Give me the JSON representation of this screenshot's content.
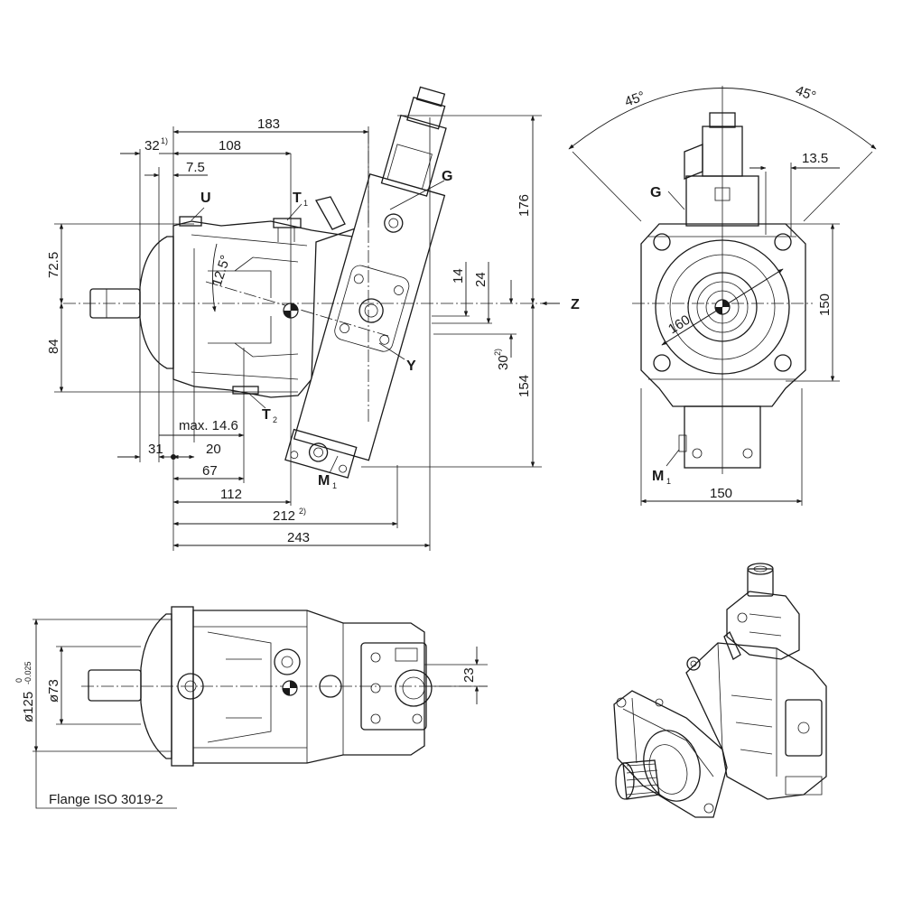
{
  "side_view": {
    "dim_183": "183",
    "dim_32": "32",
    "dim_32_note": "1)",
    "dim_108": "108",
    "dim_7_5": "7.5",
    "dim_72_5": "72.5",
    "dim_84": "84",
    "dim_12_5": "12.5°",
    "dim_176": "176",
    "dim_154": "154",
    "dim_14": "14",
    "dim_24": "24",
    "dim_30": "30",
    "dim_30_note": "2)",
    "dim_max_14_6": "max. 14.6",
    "dim_31": "31",
    "dim_20": "20",
    "dim_67": "67",
    "dim_112": "112",
    "dim_212": "212",
    "dim_212_note": "2)",
    "dim_243": "243",
    "port_u": "U",
    "port_t1": "T",
    "port_t1_sub": "1",
    "port_t2": "T",
    "port_t2_sub": "2",
    "port_g": "G",
    "port_y": "Y",
    "port_m1": "M",
    "port_m1_sub": "1",
    "view_z": "Z"
  },
  "front_view": {
    "angle_left": "45°",
    "angle_right": "45°",
    "dim_13_5": "13.5",
    "dim_150_v": "150",
    "dim_160": "160",
    "dim_150_h": "150",
    "port_g": "G",
    "port_m1": "M",
    "port_m1_sub": "1"
  },
  "top_view": {
    "dim_125": "ø125",
    "dim_125_tol_upper": "0",
    "dim_125_tol_lower": "-0.025",
    "dim_73": "ø73",
    "dim_23": "23",
    "flange_label": "Flange ISO 3019-2"
  }
}
